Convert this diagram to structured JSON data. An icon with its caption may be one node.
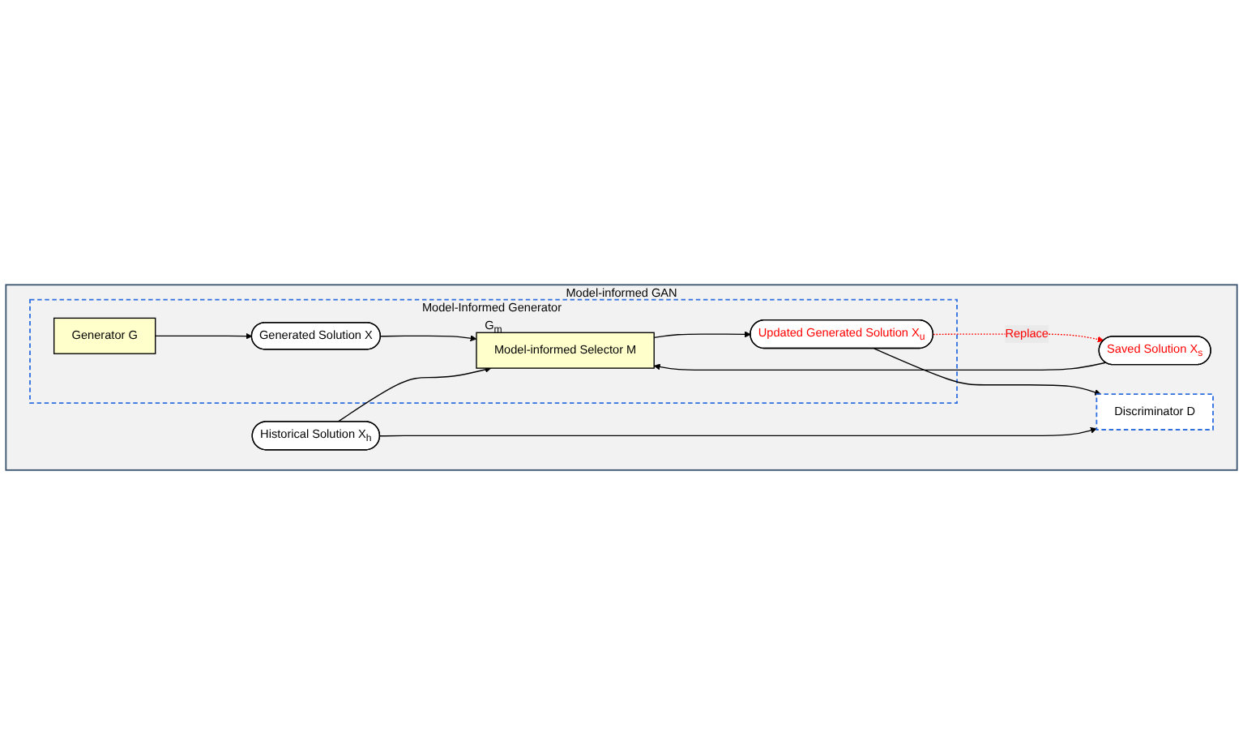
{
  "diagram": {
    "nodes": [
      {
        "text": [
          "Model-informed GAN"
        ]
      },
      {
        "text": [
          "Saved Solution X$_{s}$"
        ],
        "in": 0
      },
      {
        "text": [
          "Model-Informed Generator G$_{m}$"
        ],
        "in": 0
      },
      {
        "text": [
          "Generated Solution X"
        ],
        "in": 2
      },
      {
        "text": [
          "Model-informed Selector M"
        ],
        "in": 2
      },
      {
        "text": [
          "Historical Solution X$_{h}$"
        ],
        "in": 0
      },
      {
        "text": [
          "Generator G"
        ],
        "in": 2
      },
      {
        "text": [
          "Updated Generated Solution X$_{u}$"
        ],
        "in": 2
      },
      {
        "text": [
          "Discriminator D"
        ],
        "in": 0
      }
    ],
    "edges": [
      {
        "from": 7,
        "to": 1,
        "arrow": "to",
        "label": "Replace",
        "style": "dashed",
        "color": "#ff0000"
      },
      {
        "from": 1,
        "to": 4,
        "arrow": "to"
      },
      {
        "from": 3,
        "to": 4,
        "arrow": "to"
      },
      {
        "from": 5,
        "to": 4,
        "arrow": "to"
      },
      {
        "from": 6,
        "to": 3,
        "arrow": "to"
      },
      {
        "from": 4,
        "to": 7,
        "arrow": "to"
      },
      {
        "from": 7,
        "to": 8,
        "arrow": "to"
      },
      {
        "from": 5,
        "to": 8,
        "arrow": "to"
      }
    ]
  }
}
